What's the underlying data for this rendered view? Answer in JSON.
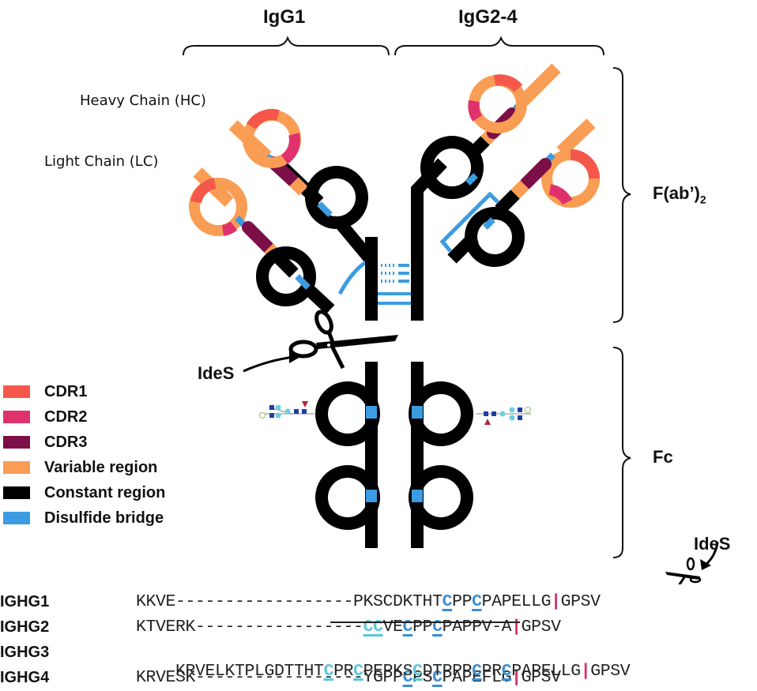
{
  "headers": {
    "left": "IgG1",
    "right": "IgG2-4"
  },
  "chain_labels": {
    "heavy": "Heavy Chain (HC)",
    "light": "Light Chain (LC)"
  },
  "regions": {
    "fab": "F(ab’)",
    "fab_subscript": "2",
    "fc": "Fc"
  },
  "enzyme_label": "IdeS",
  "legend": [
    {
      "label": "CDR1",
      "color": "#f5584a"
    },
    {
      "label": "CDR2",
      "color": "#e0306e"
    },
    {
      "label": "CDR3",
      "color": "#7d0f48"
    },
    {
      "label": "Variable region",
      "color": "#f99d55"
    },
    {
      "label": "Constant region",
      "color": "#000000"
    },
    {
      "label": "Disulfide bridge",
      "color": "#3c9ce2"
    }
  ],
  "alignment": {
    "rows": [
      {
        "gene": "IGHG1",
        "segments": [
          {
            "t": "KKVE------------------PKSCDKTHT"
          },
          {
            "t": "C",
            "c": "cys"
          },
          {
            "t": "PP"
          },
          {
            "t": "C",
            "c": "cys"
          },
          {
            "t": "PAPELLG"
          },
          {
            "t": "|",
            "c": "cut"
          },
          {
            "t": "GPSV"
          }
        ]
      },
      {
        "gene": "IGHG2",
        "segments": [
          {
            "t": "KTVERK-----------------"
          },
          {
            "t": "CC",
            "c": "cys light"
          },
          {
            "t": "VE"
          },
          {
            "t": "C",
            "c": "cys"
          },
          {
            "t": "PP"
          },
          {
            "t": "C",
            "c": "cys"
          },
          {
            "t": "PAPPV-A"
          },
          {
            "t": "|",
            "c": "cut"
          },
          {
            "t": "GPSV"
          }
        ]
      },
      {
        "gene": "IGHG3",
        "segments": [
          {
            "t": "KRVELKTPLGDTTHT"
          },
          {
            "t": "C",
            "c": "cys light"
          },
          {
            "t": "PR"
          },
          {
            "t": "C",
            "c": "cys light"
          },
          {
            "t": "PEPKS"
          },
          {
            "t": "C",
            "c": "cys light"
          },
          {
            "t": "DTPPP"
          },
          {
            "t": "C",
            "c": "cys"
          },
          {
            "t": "PR"
          },
          {
            "t": "C",
            "c": "cys"
          },
          {
            "t": "PAPELLG"
          },
          {
            "t": "|",
            "c": "cut"
          },
          {
            "t": "GPSV"
          }
        ]
      },
      {
        "gene": "IGHG4",
        "segments": [
          {
            "t": "KRVESK-----------------YGPP"
          },
          {
            "t": "C",
            "c": "cys"
          },
          {
            "t": "PS"
          },
          {
            "t": "C",
            "c": "cys"
          },
          {
            "t": "PAPEFLG"
          },
          {
            "t": "|",
            "c": "cut"
          },
          {
            "t": "GPSV"
          }
        ]
      }
    ]
  }
}
